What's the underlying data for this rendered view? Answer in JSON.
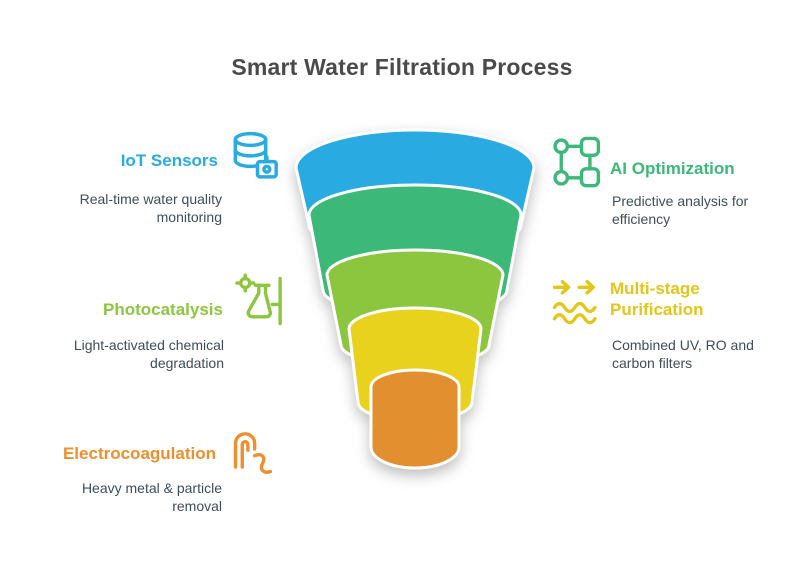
{
  "title": "Smart Water Filtration Process",
  "colors": {
    "title_text": "#4a4a4a",
    "desc_text": "#3e4e56",
    "blue": "#29ABE2",
    "green": "#3CB878",
    "lime": "#8CC63F",
    "yellow": "#E5C517",
    "orange": "#EF8E2D"
  },
  "funnel": {
    "type": "funnel",
    "layers": [
      {
        "label": "IoT Sensors",
        "color": "#29ABE2"
      },
      {
        "label": "AI Optimization",
        "color": "#3CB878"
      },
      {
        "label": "Photocatalysis",
        "color": "#8CC63F"
      },
      {
        "label": "Multi-stage Purification",
        "color": "#E8D21E"
      },
      {
        "label": "Electrocoagulation",
        "color": "#E2902F"
      }
    ]
  },
  "labels": {
    "left": [
      {
        "title": "IoT Sensors",
        "desc": "Real-time water quality monitoring",
        "color": "#29ABE2",
        "icon": "sensor-database-icon"
      },
      {
        "title": "Photocatalysis",
        "desc": "Light-activated chemical degradation",
        "color": "#8CC63F",
        "icon": "photocatalysis-flask-icon"
      },
      {
        "title": "Electrocoagulation",
        "desc": "Heavy metal & particle removal",
        "color": "#EF8E2D",
        "icon": "electrode-current-icon"
      }
    ],
    "right": [
      {
        "title": "AI Optimization",
        "desc": "Predictive analysis for efficiency",
        "color": "#3CB878",
        "icon": "ai-network-icon"
      },
      {
        "title": "Multi-stage Purification",
        "desc": "Combined UV, RO and carbon filters",
        "color": "#E5C517",
        "icon": "arrows-waves-icon"
      }
    ]
  }
}
